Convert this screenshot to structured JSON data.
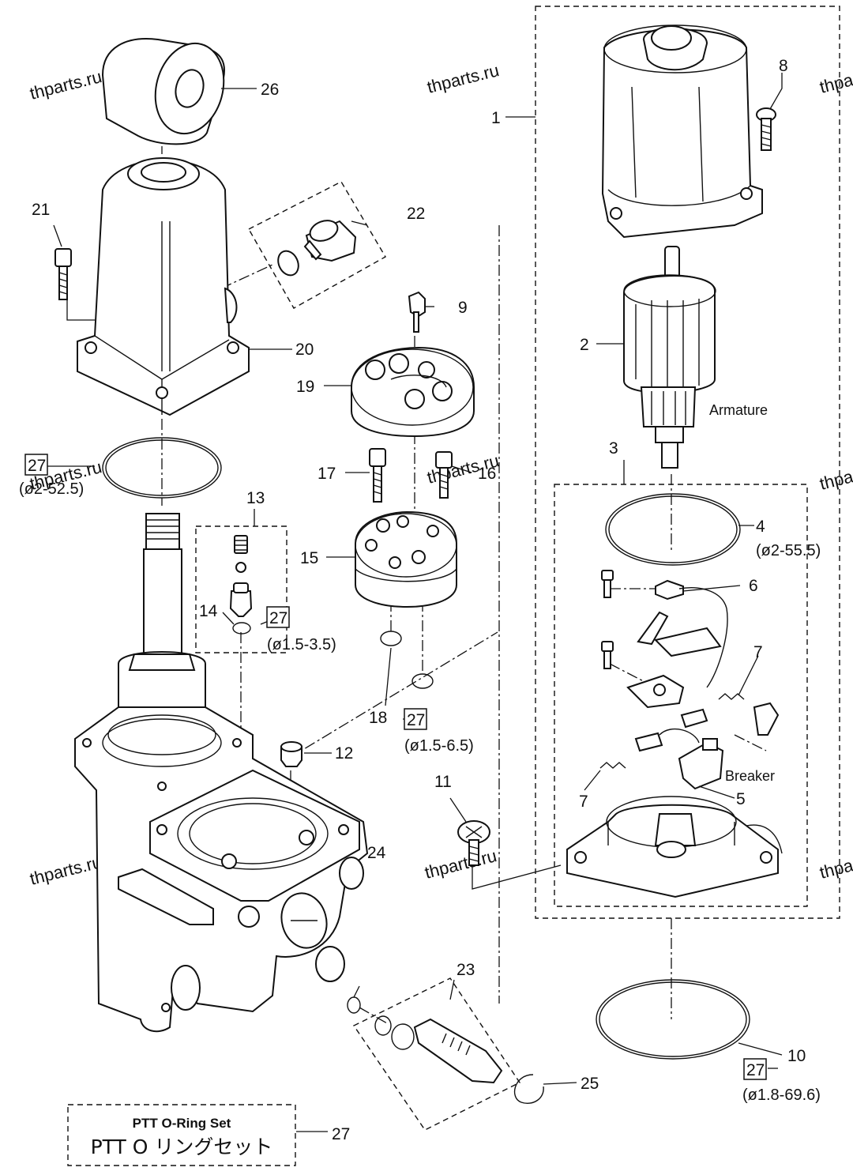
{
  "watermark": "thparts.ru",
  "callouts": {
    "c1": "1",
    "c2": "2",
    "c3": "3",
    "c4": "4",
    "c5": "5",
    "c6": "6",
    "c7a": "7",
    "c7b": "7",
    "c8": "8",
    "c9": "9",
    "c10": "10",
    "c11": "11",
    "c12": "12",
    "c13": "13",
    "c14": "14",
    "c15": "15",
    "c16": "16",
    "c17": "17",
    "c18": "18",
    "c19": "19",
    "c20": "20",
    "c21": "21",
    "c22": "22",
    "c23": "23",
    "c24": "24",
    "c25": "25",
    "c26": "26",
    "c27": "27"
  },
  "ring_ref": "27",
  "ring_sizes": {
    "r1": "(ø2-52.5)",
    "r2": "(ø2-55.5)",
    "r3": "(ø1.5-3.5)",
    "r4": "(ø1.5-6.5)",
    "r5": "(ø1.8-69.6)"
  },
  "labels": {
    "armature": "Armature",
    "breaker": "Breaker"
  },
  "legend": {
    "title_en": "PTT O-Ring Set",
    "title_jp": "PTT O リングセット"
  }
}
